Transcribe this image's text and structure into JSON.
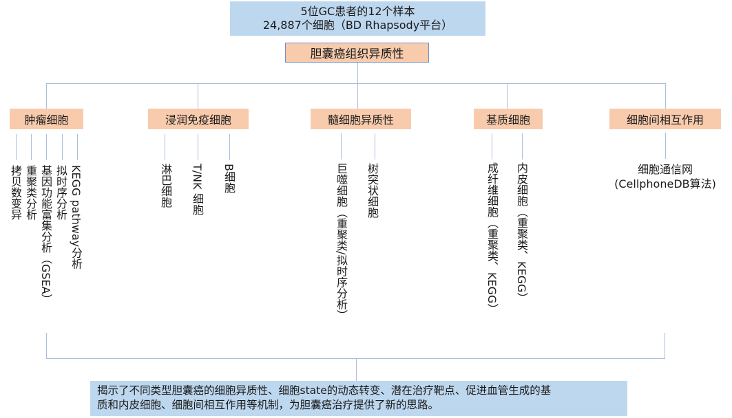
{
  "header": {
    "line1": "5位GC患者的12个样本",
    "line2": "24,887个细胞（BD Rhapsody平台）"
  },
  "root": {
    "label": "胆囊癌组织异质性"
  },
  "categories": [
    {
      "label": "肿瘤细胞",
      "leaves": [
        "拷贝数变异",
        "重聚类分析",
        "基因功能富集分析（GSEA）",
        "拟时序分析",
        "KEGG pathway分析"
      ]
    },
    {
      "label": "浸润免疫细胞",
      "leaves": [
        "淋巴细胞",
        "T/NK 细胞",
        "B细胞"
      ]
    },
    {
      "label": "髓细胞异质性",
      "leaves": [
        "巨噬细胞（重聚类/拟时序分析）",
        "树突状细胞"
      ]
    },
    {
      "label": "基质细胞",
      "leaves": [
        "成纤维细胞（重聚类、KEGG）",
        "内皮细胞（重聚类、KEGG）"
      ]
    },
    {
      "label": "细胞间相互作用",
      "leaves": [
        "细胞通信网",
        "(CellphoneDB算法)"
      ]
    }
  ],
  "conclusion": {
    "line1": "揭示了不同类型胆囊癌的细胞异质性、细胞state的动态转变、潜在治疗靶点、促进血管生成的基",
    "line2": "质和内皮细胞、细胞间相互作用等机制，为胆囊癌治疗提供了新的思路。"
  },
  "colors": {
    "header_fill": "#bdd7ee",
    "category_fill": "#f8cbad",
    "connector": "#a9bfdc",
    "root_border": "#6f8fc4"
  }
}
